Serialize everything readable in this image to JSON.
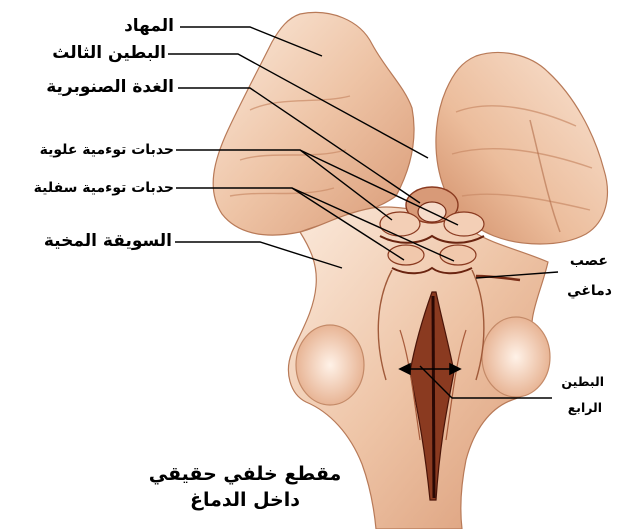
{
  "labels": {
    "thalamus": "المهاد",
    "third_ventricle": "البطين الثالث",
    "pineal_gland": "الغدة الصنوبرية",
    "superior_colliculi": "حدبات توءمية علوية",
    "inferior_colliculi": "حدبات توءمية سفلية",
    "cerebral_peduncle": "السويقة المخية",
    "cranial_nerve_line1": "عصب",
    "cranial_nerve_line2": "دماغي",
    "fourth_ventricle_line1": "البطين",
    "fourth_ventricle_line2": "الرابع"
  },
  "caption": {
    "line1": "مقطع خلفي حقيقي",
    "line2": "داخل الدماغ"
  },
  "colors": {
    "tissue_light": "#f7e2d2",
    "tissue_mid": "#e8b898",
    "tissue_dark": "#b86a48",
    "tissue_deep": "#5a1e0e",
    "leader_line": "#000000"
  }
}
